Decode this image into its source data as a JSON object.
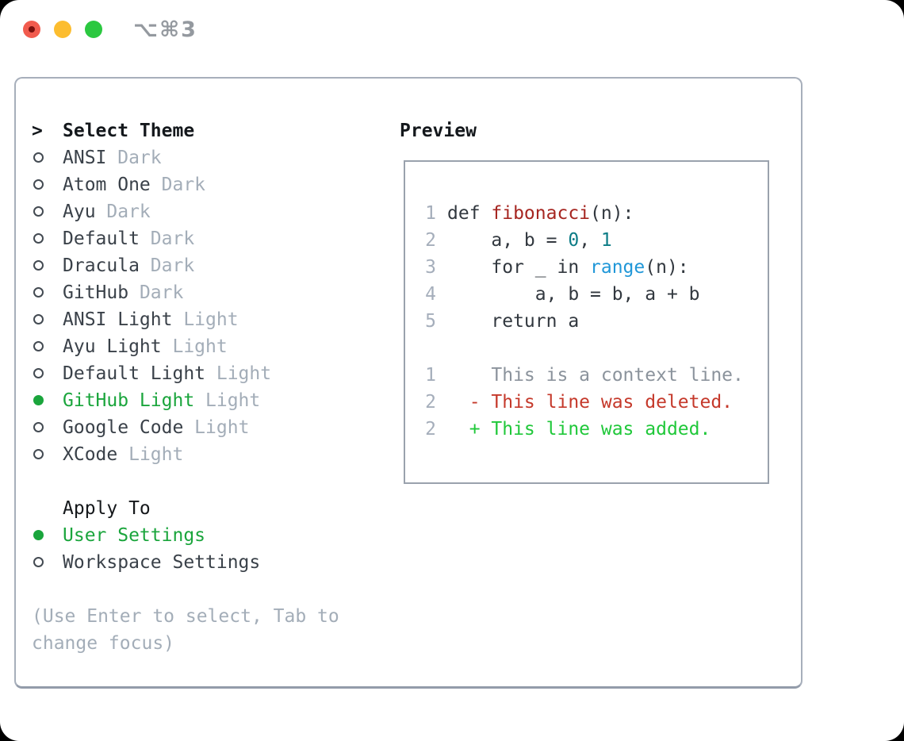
{
  "window": {
    "title": "⌥⌘3",
    "traffic_lights": [
      "close",
      "minimize",
      "zoom"
    ]
  },
  "theme_picker": {
    "header_marker": ">",
    "header": "Select Theme",
    "themes": [
      {
        "name": "ANSI",
        "variant": "Dark",
        "selected": false
      },
      {
        "name": "Atom One",
        "variant": "Dark",
        "selected": false
      },
      {
        "name": "Ayu",
        "variant": "Dark",
        "selected": false
      },
      {
        "name": "Default",
        "variant": "Dark",
        "selected": false
      },
      {
        "name": "Dracula",
        "variant": "Dark",
        "selected": false
      },
      {
        "name": "GitHub",
        "variant": "Dark",
        "selected": false
      },
      {
        "name": "ANSI Light",
        "variant": "Light",
        "selected": false
      },
      {
        "name": "Ayu Light",
        "variant": "Light",
        "selected": false
      },
      {
        "name": "Default Light",
        "variant": "Light",
        "selected": false
      },
      {
        "name": "GitHub Light",
        "variant": "Light",
        "selected": true
      },
      {
        "name": "Google Code",
        "variant": "Light",
        "selected": false
      },
      {
        "name": "XCode",
        "variant": "Light",
        "selected": false
      }
    ],
    "apply_to": {
      "header": "Apply To",
      "options": [
        {
          "label": "User Settings",
          "selected": true
        },
        {
          "label": "Workspace Settings",
          "selected": false
        }
      ]
    },
    "help_lines": [
      "(Use Enter to select, Tab to",
      "change focus)"
    ]
  },
  "preview": {
    "header": "Preview",
    "code_lines": [
      {
        "num": "1",
        "tokens": [
          {
            "text": "def ",
            "style": "code"
          },
          {
            "text": "fibonacci",
            "style": "fn"
          },
          {
            "text": "(n):",
            "style": "code"
          }
        ]
      },
      {
        "num": "2",
        "tokens": [
          {
            "text": "    a, b = ",
            "style": "code"
          },
          {
            "text": "0",
            "style": "num"
          },
          {
            "text": ", ",
            "style": "code"
          },
          {
            "text": "1",
            "style": "num"
          }
        ]
      },
      {
        "num": "3",
        "tokens": [
          {
            "text": "    for _ in ",
            "style": "code"
          },
          {
            "text": "range",
            "style": "bi"
          },
          {
            "text": "(n):",
            "style": "code"
          }
        ]
      },
      {
        "num": "4",
        "tokens": [
          {
            "text": "        a, b = b, a + b",
            "style": "code"
          }
        ]
      },
      {
        "num": "5",
        "tokens": [
          {
            "text": "    return a",
            "style": "code"
          }
        ]
      }
    ],
    "diff_lines": [
      {
        "num": "1",
        "tokens": [
          {
            "text": "    This is a context line.",
            "style": "ctx"
          }
        ]
      },
      {
        "num": "2",
        "tokens": [
          {
            "text": "  - This line was deleted.",
            "style": "del"
          }
        ]
      },
      {
        "num": "2",
        "tokens": [
          {
            "text": "  + This line was added.",
            "style": "add"
          }
        ]
      }
    ]
  },
  "colors": {
    "selected_green": "#1aa53c",
    "diff_added_green": "#20c83a",
    "diff_deleted_red": "#c5392b",
    "function_red": "#a62621",
    "number_teal": "#0c7c86",
    "builtin_blue": "#2097d8",
    "traffic_red": "#f15b4e",
    "traffic_yellow": "#fcbd2f",
    "traffic_green": "#2bc840"
  }
}
